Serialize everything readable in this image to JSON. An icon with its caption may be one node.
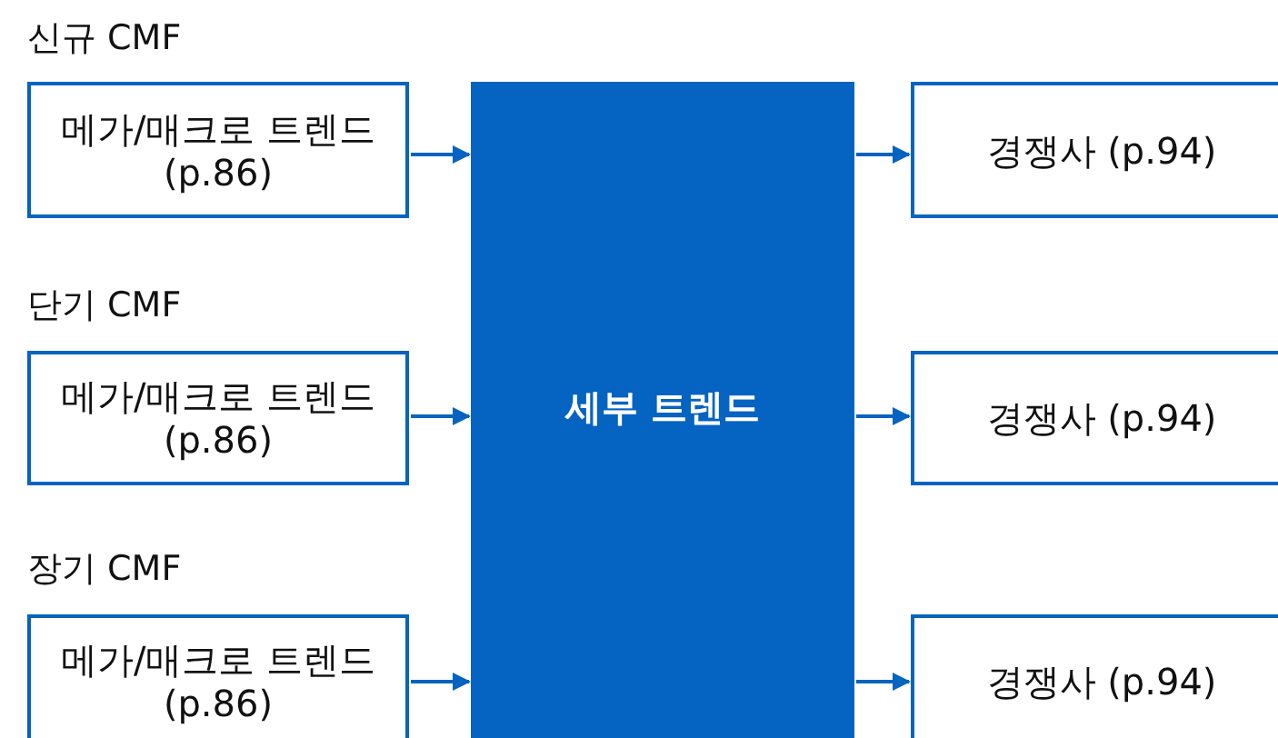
{
  "diagram": {
    "nodes": [
      {
        "text": [
          "신규 CMF",
          "메가/매크로 트렌드 (p.86)"
        ]
      },
      {
        "text": [
          "단기 CMF",
          "메가/매크로 트렌드 (p.86)"
        ]
      },
      {
        "text": [
          "장기 CMF",
          "메가/매크로 트렌드 (p.86)"
        ]
      },
      {
        "text": [
          "세부 트렌드"
        ]
      },
      {
        "text": [
          "경쟁사 (p.94)"
        ]
      },
      {
        "text": [
          "경쟁사 (p.94)"
        ]
      },
      {
        "text": [
          "경쟁사 (p.94)"
        ]
      }
    ],
    "edges": [
      {
        "from": 0,
        "to": 3,
        "arrow": "to"
      },
      {
        "from": 1,
        "to": 3,
        "arrow": "to"
      },
      {
        "from": 2,
        "to": 3,
        "arrow": "to"
      },
      {
        "from": 3,
        "to": 4,
        "arrow": "to"
      },
      {
        "from": 3,
        "to": 5,
        "arrow": "to"
      },
      {
        "from": 3,
        "to": 6,
        "arrow": "to"
      }
    ]
  }
}
